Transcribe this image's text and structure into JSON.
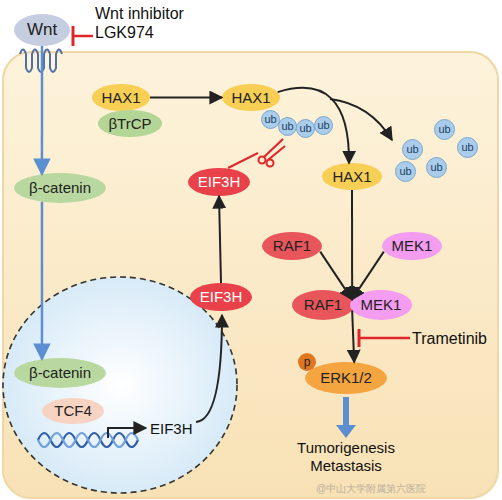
{
  "diagram": {
    "nodes": [
      {
        "text": [
          "Wnt"
        ]
      },
      {
        "text": [
          "HAX1"
        ]
      },
      {
        "text": [
          "βTrCP"
        ]
      },
      {
        "text": [
          "HAX1"
        ]
      },
      {
        "text": [
          "ub"
        ]
      },
      {
        "text": [
          "ub"
        ]
      },
      {
        "text": [
          "ub"
        ]
      },
      {
        "text": [
          "ub"
        ]
      },
      {
        "text": [
          "ub"
        ]
      },
      {
        "text": [
          "ub"
        ]
      },
      {
        "text": [
          "ub"
        ]
      },
      {
        "text": [
          "ub"
        ]
      },
      {
        "text": [
          "ub"
        ]
      },
      {
        "text": [
          "EIF3H"
        ]
      },
      {
        "text": [
          "HAX1"
        ]
      },
      {
        "text": [
          "RAF1"
        ]
      },
      {
        "text": [
          "MEK1"
        ]
      },
      {
        "text": [
          "RAF1"
        ]
      },
      {
        "text": [
          "MEK1"
        ]
      },
      {
        "text": [
          "EIF3H"
        ]
      },
      {
        "text": [
          "p"
        ]
      },
      {
        "text": [
          "ERK1/2"
        ]
      },
      {
        "text": [
          "β-catenin"
        ]
      },
      {
        "text": [
          "β-catenin"
        ]
      },
      {
        "text": [
          "TCF4"
        ]
      }
    ],
    "edges": [
      {
        "from": 0,
        "to": 22,
        "arrow": "to"
      },
      {
        "from": 22,
        "to": 23,
        "arrow": "to"
      },
      {
        "from": 1,
        "to": 3,
        "arrow": "to"
      },
      {
        "from": 19,
        "to": 13,
        "arrow": "to"
      },
      {
        "from": 3,
        "to": 14,
        "arrow": "to"
      },
      {
        "from": 14,
        "to": 17,
        "arrow": "to"
      },
      {
        "from": 15,
        "to": 17,
        "arrow": "to"
      },
      {
        "from": 16,
        "to": 18,
        "arrow": "to"
      },
      {
        "from": 17,
        "to": 21,
        "arrow": "to"
      }
    ],
    "labels": [
      "Wnt inhibitor LGK974",
      "EIF3H",
      "Trametinib",
      "Tumorigenesis Metastasis",
      "@中山大学附属第六医院"
    ]
  }
}
